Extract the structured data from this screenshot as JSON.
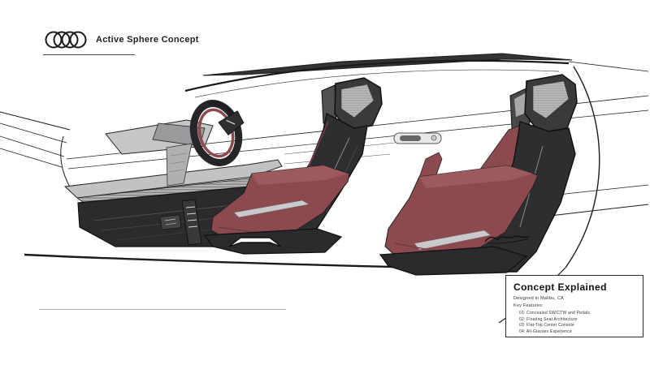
{
  "header": {
    "title": "Active Sphere Concept"
  },
  "concept_box": {
    "title": "Concept Explained",
    "subtitle": "Designed in Malibu, CA",
    "features_label": "Key Features:",
    "features": [
      "01: Concealed SW/CTW and Pedals",
      "02: Floating Seat Architecture",
      "03: Flat-Top Center Console",
      "04: All-Glasses Experience"
    ]
  },
  "icons": {
    "brand": "audi-rings-icon",
    "signature": "designer-signature-icon"
  },
  "colors": {
    "ink": "#1a1a1a",
    "accent_red": "#8d4a4e",
    "accent_red_light": "#9d5a5e",
    "accent_red_dark": "#6e3a40",
    "dark_gray": "#2c2c2e",
    "mid_gray": "#8f8f91",
    "light_gray": "#c6c6c8",
    "background": "#ffffff"
  }
}
